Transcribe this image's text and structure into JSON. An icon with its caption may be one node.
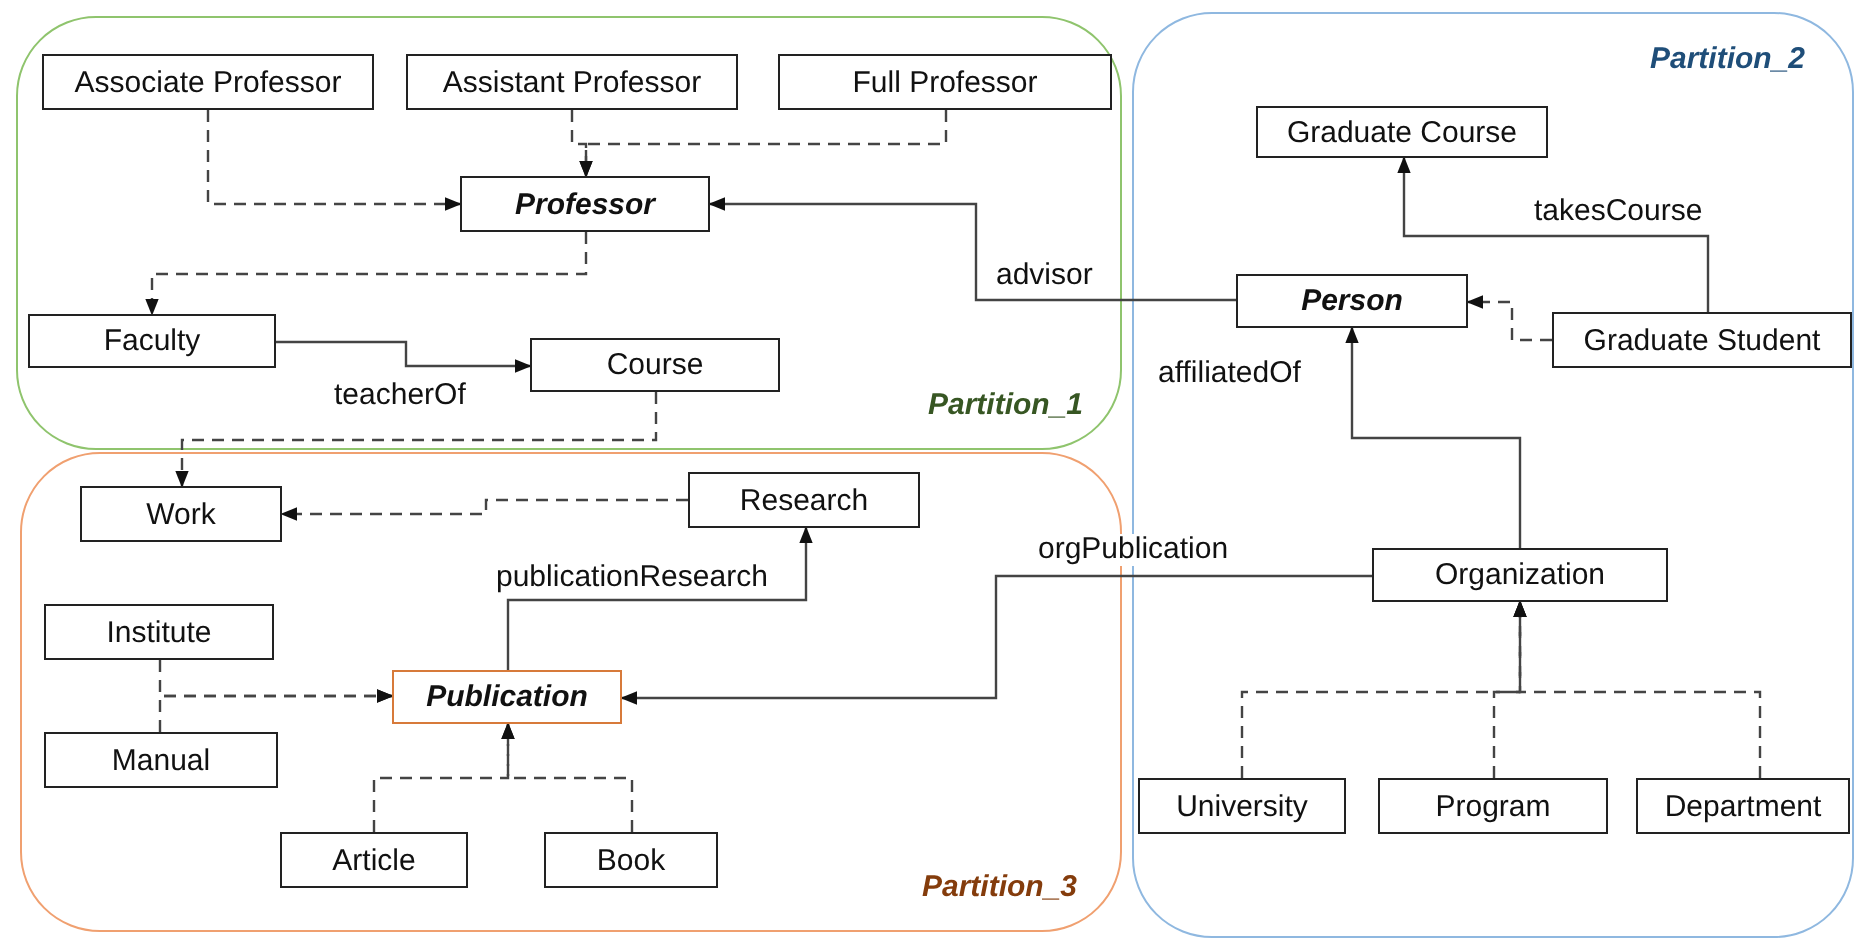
{
  "diagram": {
    "nodes": [
      {
        "text": [
          "Partition_1"
        ]
      },
      {
        "text": [
          "Associate Professor"
        ],
        "in": 0
      },
      {
        "text": [
          "Assistant Professor"
        ],
        "in": 0
      },
      {
        "text": [
          "Full Professor"
        ],
        "in": 0
      },
      {
        "text": [
          "Professor"
        ],
        "in": 0
      },
      {
        "text": [
          "Faculty"
        ],
        "in": 0
      },
      {
        "text": [
          "Course"
        ],
        "in": 0
      },
      {
        "text": [
          "Partition_2"
        ]
      },
      {
        "text": [
          "Graduate Course"
        ],
        "in": 7
      },
      {
        "text": [
          "Person"
        ],
        "in": 7
      },
      {
        "text": [
          "Graduate Student"
        ],
        "in": 7
      },
      {
        "text": [
          "Organization"
        ],
        "in": 7
      },
      {
        "text": [
          "University"
        ],
        "in": 7
      },
      {
        "text": [
          "Program"
        ],
        "in": 7
      },
      {
        "text": [
          "Department"
        ],
        "in": 7
      },
      {
        "text": [
          "Partition_3"
        ]
      },
      {
        "text": [
          "Work"
        ],
        "in": 15
      },
      {
        "text": [
          "Research"
        ],
        "in": 15
      },
      {
        "text": [
          "Institute"
        ],
        "in": 15
      },
      {
        "text": [
          "Manual"
        ],
        "in": 15
      },
      {
        "text": [
          "Publication"
        ],
        "in": 15
      },
      {
        "text": [
          "Article"
        ],
        "in": 15
      },
      {
        "text": [
          "Book"
        ],
        "in": 15
      }
    ],
    "edges": [
      {
        "from": 1,
        "to": 4,
        "arrow": "to",
        "style": "dashed"
      },
      {
        "from": 2,
        "to": 4,
        "arrow": "to",
        "style": "dashed"
      },
      {
        "from": 3,
        "to": 4,
        "arrow": "to",
        "style": "dashed"
      },
      {
        "from": 4,
        "to": 5,
        "arrow": "to",
        "style": "dashed"
      },
      {
        "from": 5,
        "to": 6,
        "arrow": "to",
        "label": "teacherOf"
      },
      {
        "from": 6,
        "to": 16,
        "arrow": "to",
        "style": "dashed"
      },
      {
        "from": 9,
        "to": 4,
        "arrow": "to",
        "label": "advisor"
      },
      {
        "from": 10,
        "to": 8,
        "arrow": "to",
        "label": "takesCourse"
      },
      {
        "from": 10,
        "to": 9,
        "arrow": "to",
        "style": "dashed"
      },
      {
        "from": 11,
        "to": 9,
        "arrow": "to",
        "label": "affiliatedOf"
      },
      {
        "from": 11,
        "to": 20,
        "arrow": "to",
        "label": "orgPublication"
      },
      {
        "from": 12,
        "to": 11,
        "arrow": "to",
        "style": "dashed"
      },
      {
        "from": 13,
        "to": 11,
        "arrow": "to",
        "style": "dashed"
      },
      {
        "from": 14,
        "to": 11,
        "arrow": "to",
        "style": "dashed"
      },
      {
        "from": 17,
        "to": 16,
        "arrow": "to",
        "style": "dashed"
      },
      {
        "from": 20,
        "to": 17,
        "arrow": "to",
        "label": "publicationResearch"
      },
      {
        "from": 18,
        "to": 20,
        "arrow": "to",
        "style": "dashed"
      },
      {
        "from": 19,
        "to": 20,
        "arrow": "to",
        "style": "dashed"
      },
      {
        "from": 21,
        "to": 20,
        "arrow": "to",
        "style": "dashed"
      },
      {
        "from": 22,
        "to": 20,
        "arrow": "to",
        "style": "dashed"
      }
    ]
  }
}
